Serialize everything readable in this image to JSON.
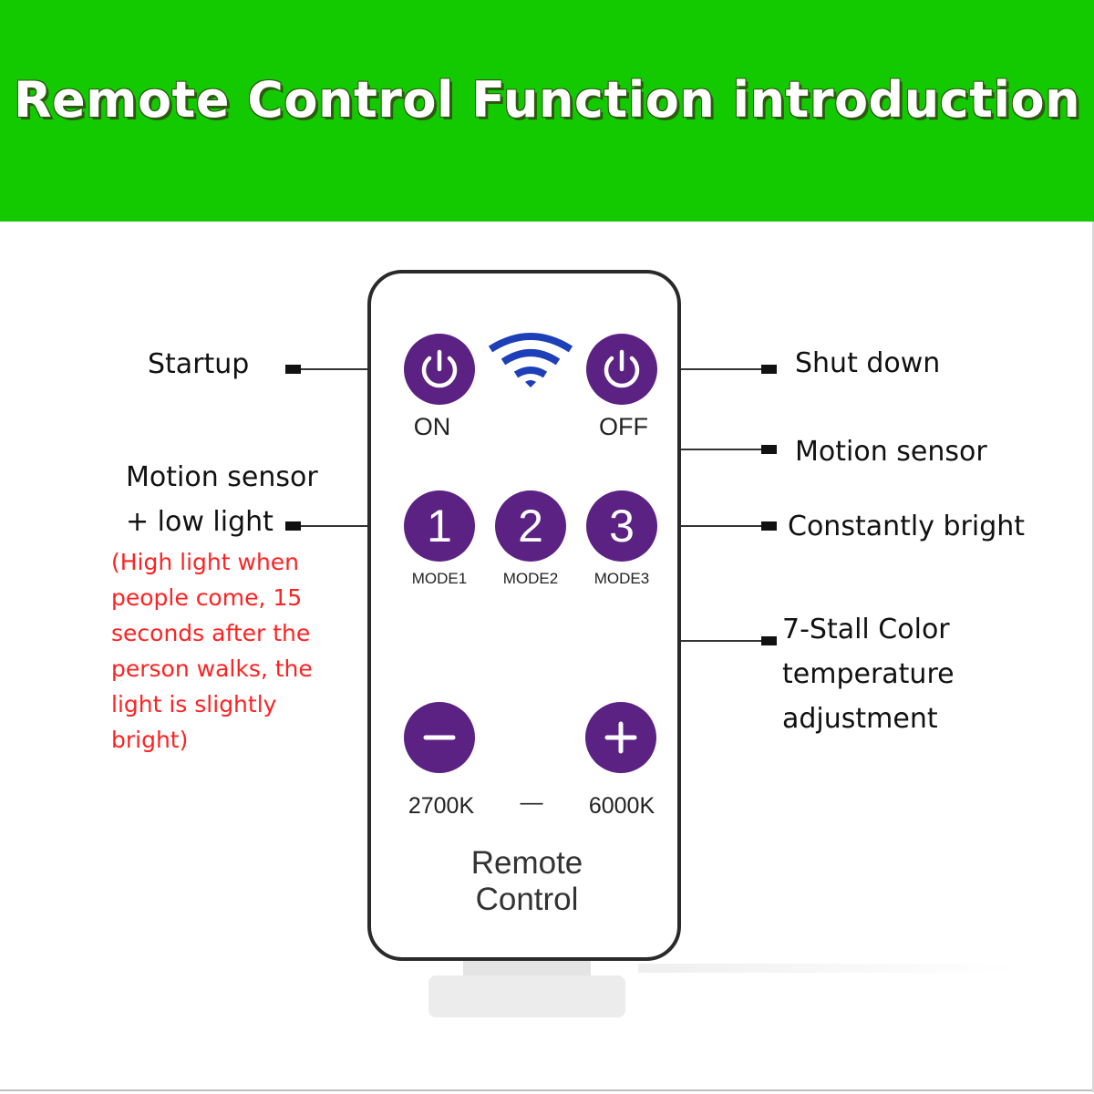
{
  "header": {
    "title": "Remote Control Function introduction",
    "background_color": "#13c900"
  },
  "remote": {
    "button_color": "#5b2183",
    "signal_color": "#1d3fb8",
    "buttons": {
      "on": {
        "icon": "power-icon",
        "label": "ON"
      },
      "off": {
        "icon": "power-icon",
        "label": "OFF"
      },
      "mode1": {
        "number": "1",
        "label": "MODE1"
      },
      "mode2": {
        "number": "2",
        "label": "MODE2"
      },
      "mode3": {
        "number": "3",
        "label": "MODE3"
      },
      "minus": {
        "icon": "minus-icon",
        "label": "2700K"
      },
      "plus": {
        "icon": "plus-icon",
        "label": "6000K"
      }
    },
    "range_separator": "—",
    "brand": [
      "Remote",
      "Control"
    ]
  },
  "callouts": {
    "startup": "Startup",
    "shutdown": "Shut down",
    "motion_sensor": "Motion sensor",
    "motion_low_light": [
      "Motion sensor",
      "+ low light"
    ],
    "constantly_bright": "Constantly bright",
    "color_temp": [
      "7-Stall Color",
      "temperature",
      "adjustment"
    ]
  },
  "note": {
    "color": "#ff2222",
    "lines": [
      "(High light when",
      "people come, 15",
      "seconds after the",
      "person walks, the",
      "light is slightly",
      "bright)"
    ]
  }
}
